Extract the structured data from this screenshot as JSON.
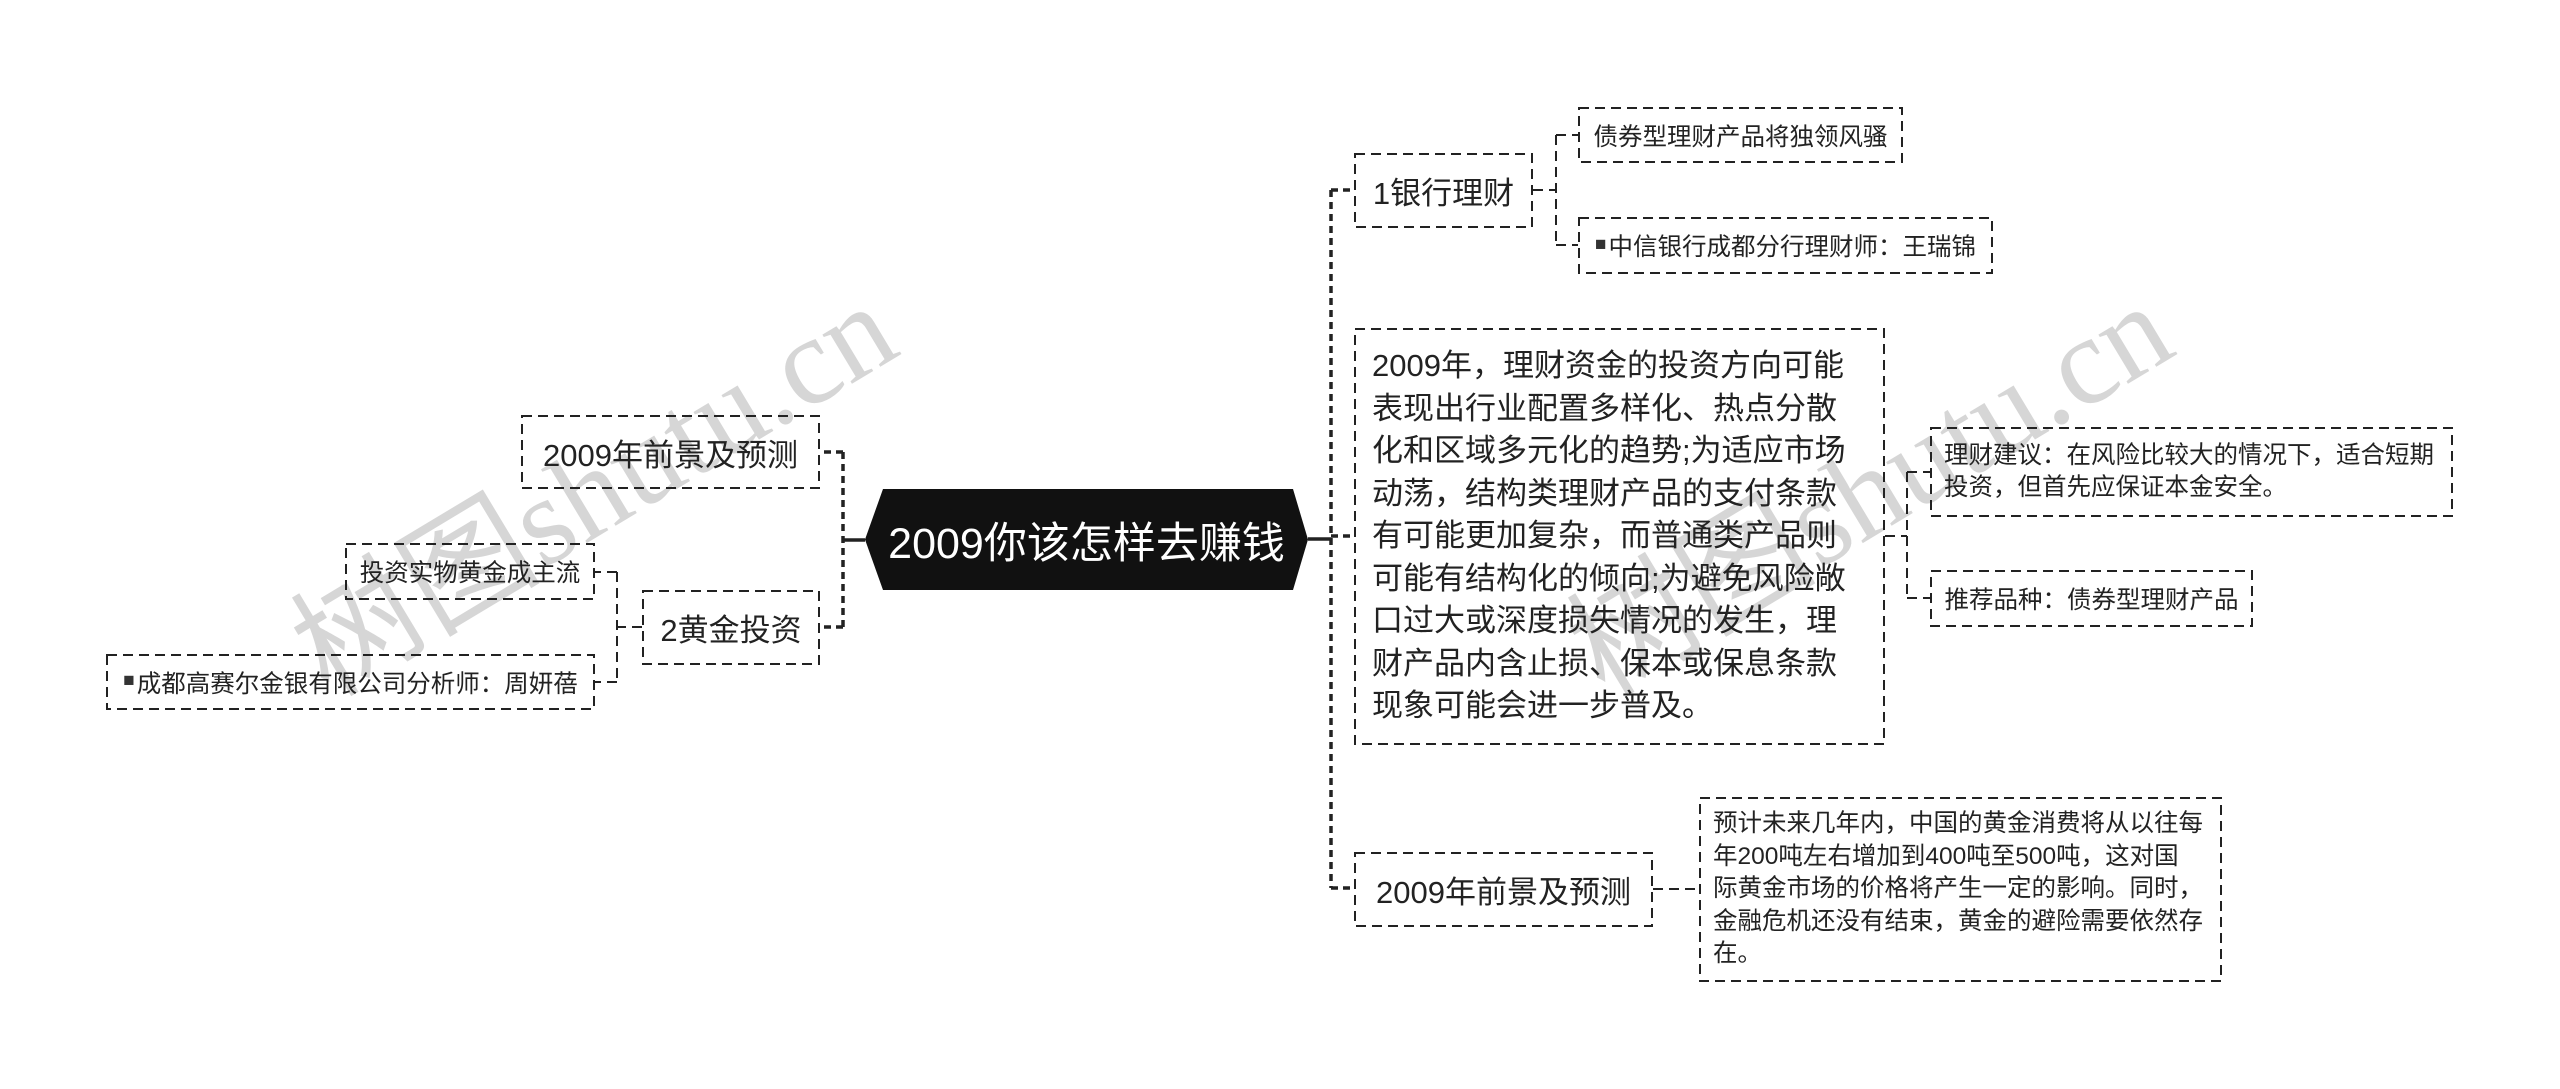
{
  "root": {
    "title": "2009你该怎样去赚钱"
  },
  "left": {
    "prospect": {
      "label": "2009年前景及预测"
    },
    "gold": {
      "label": "2黄金投资",
      "children": [
        {
          "text": "投资实物黄金成主流"
        },
        {
          "bullet": "■",
          "text": "成都高赛尔金银有限公司分析师：周妍蓓"
        }
      ]
    }
  },
  "right": {
    "bank": {
      "label": "1银行理财",
      "children": [
        {
          "text": "债券型理财产品将独领风骚"
        },
        {
          "bullet": "■",
          "text": "中信银行成都分行理财师：王瑞锦"
        }
      ]
    },
    "trend": {
      "lines": [
        "2009年，理财资金的投资方向可能",
        "表现出行业配置多样化、热点分散",
        "化和区域多元化的趋势;为适应市场",
        "动荡，结构类理财产品的支付条款",
        "有可能更加复杂，而普通类产品则",
        "可能有结构化的倾向;为避免风险敞",
        "口过大或深度损失情况的发生，理",
        "财产品内含止损、保本或保息条款",
        "现象可能会进一步普及。"
      ],
      "children": [
        {
          "lines": [
            "理财建议：在风险比较大的情况下，适合短期",
            "投资，但首先应保证本金安全。"
          ]
        },
        {
          "text": "推荐品种：债券型理财产品"
        }
      ]
    },
    "prospect": {
      "label": "2009年前景及预测",
      "children": [
        {
          "lines": [
            "预计未来几年内，中国的黄金消费将从以往每",
            "年200吨左右增加到400吨至500吨，这对国",
            "际黄金市场的价格将产生一定的影响。同时，",
            "金融危机还没有结束，黄金的避险需要依然存",
            "在。"
          ]
        }
      ]
    }
  },
  "watermark": {
    "text": "树图shutu.cn"
  },
  "colors": {
    "background": "#ffffff",
    "root_fill": "#111111",
    "root_text": "#ffffff",
    "text": "#222222",
    "border": "#222222",
    "watermark": "#d6d6d6"
  }
}
